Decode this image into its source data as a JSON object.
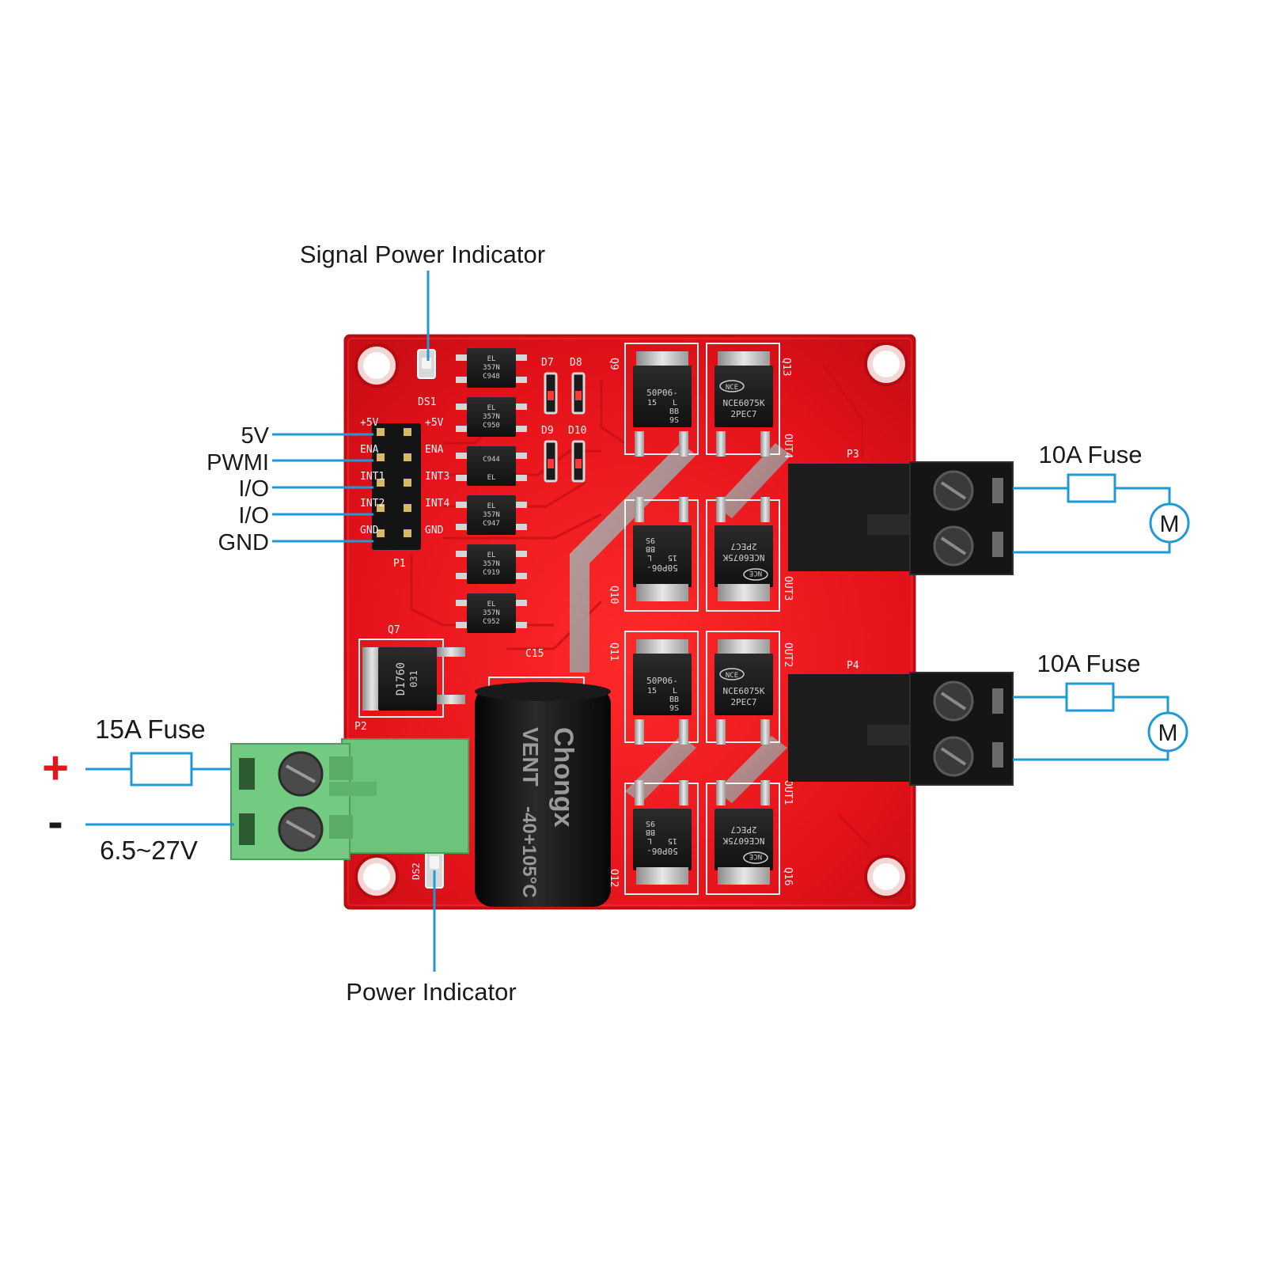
{
  "callouts": {
    "signal_power_indicator": "Signal Power Indicator",
    "power_indicator": "Power Indicator",
    "fuse_15a": "15A Fuse",
    "fuse_10a_top": "10A Fuse",
    "fuse_10a_bottom": "10A Fuse",
    "voltage_range": "6.5~27V",
    "plus_sign": "+",
    "minus_sign": "-",
    "motor_top": "M",
    "motor_bottom": "M"
  },
  "pins": [
    "5V",
    "PWMI",
    "I/O",
    "I/O",
    "GND"
  ],
  "silkscreen": {
    "ds1": "DS1",
    "ds2": "DS2",
    "p1": "P1",
    "p2": "P2",
    "p3": "P3",
    "p4": "P4",
    "q7": "Q7",
    "q9": "Q9",
    "q10": "Q10",
    "q11": "Q11",
    "q12": "Q12",
    "q13": "Q13",
    "q16": "Q16",
    "c15": "C15",
    "d7": "D7",
    "d8": "D8",
    "d9": "D9",
    "d10": "D10",
    "out1": "OUT1",
    "out2": "OUT2",
    "out3": "OUT3",
    "out4": "OUT4",
    "header_left": [
      "+5V",
      "ENA",
      "INT1",
      "INT2",
      "GND"
    ],
    "header_right": [
      "+5V",
      "ENA",
      "INT3",
      "INT4",
      "GND"
    ]
  },
  "optocouplers": [
    {
      "l1": "EL",
      "l2": "357N",
      "l3": "C948"
    },
    {
      "l1": "EL",
      "l2": "357N",
      "l3": "C950"
    },
    {
      "l1": "",
      "l2": "C944",
      "l3": "EL"
    },
    {
      "l1": "EL",
      "l2": "357N",
      "l3": "C947"
    },
    {
      "l1": "EL",
      "l2": "357N",
      "l3": "C919"
    },
    {
      "l1": "EL",
      "l2": "357N",
      "l3": "C952"
    }
  ],
  "mosfets": {
    "p_channel": {
      "l1": "50P06-",
      "l2": "15",
      "l3": "L",
      "l4": "BB",
      "l5": "9S"
    },
    "n_channel": {
      "brand": "NCE",
      "l1": "NCE6075K",
      "l2": "2PEC7"
    },
    "q7": {
      "l1": "D1760",
      "l2": "031"
    }
  },
  "capacitor": {
    "brand": "Chongx",
    "vent": "VENT",
    "temp": "-40+105°C"
  },
  "colors": {
    "board": "#e8141c",
    "callout_line": "#1e9ad6",
    "terminal_green": "#6cc47a",
    "terminal_black": "#1c1c1c",
    "plus_red": "#e3141b"
  }
}
